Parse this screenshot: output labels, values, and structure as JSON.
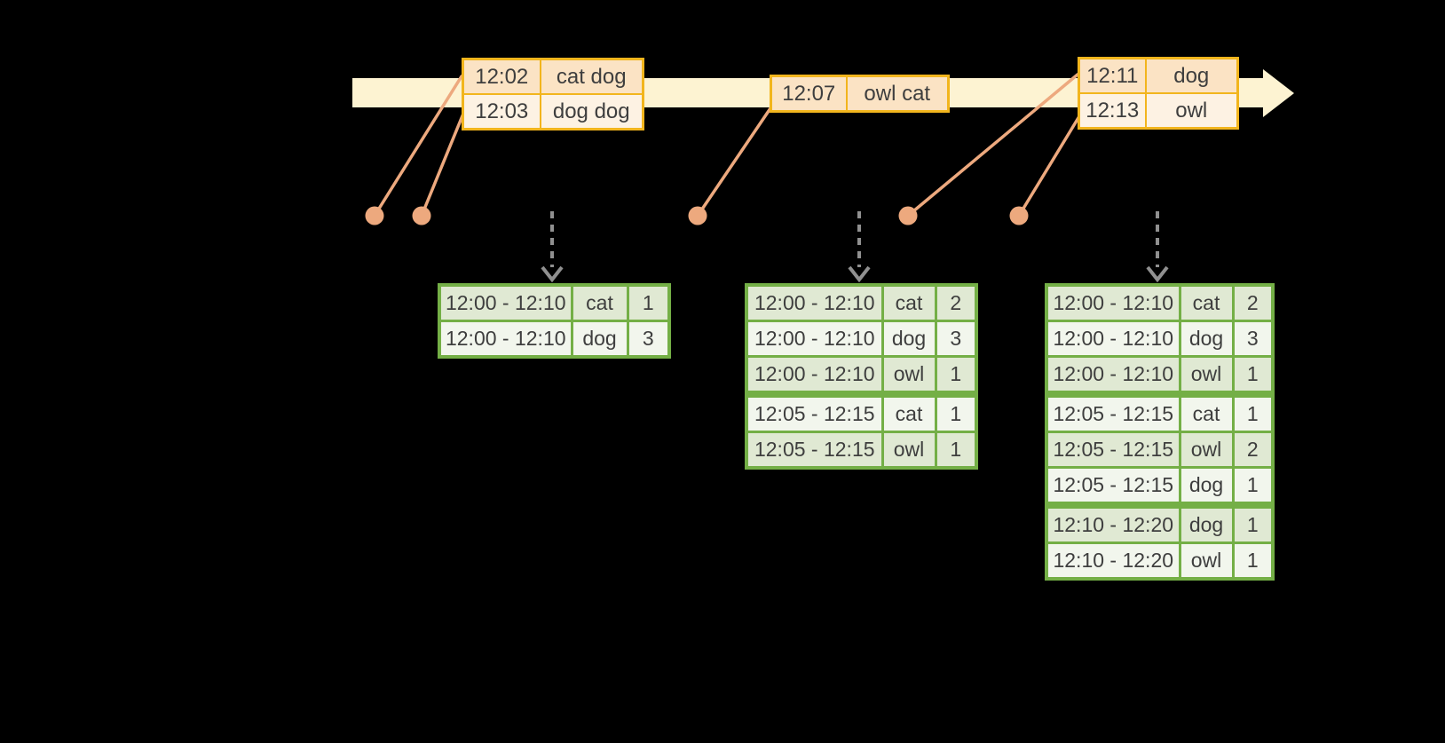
{
  "diagram": {
    "colors": {
      "background": "#000000",
      "text_color": "#3e3e3e",
      "timeline_fill": "#fdf3d2",
      "event_border": "#f2b51d",
      "event_fill_a": "#fbe3c4",
      "event_fill_b": "#fdf2e3",
      "connector": "#eda97e",
      "result_border": "#74af46",
      "result_fill_a": "#e0e9d3",
      "result_fill_b": "#f2f6ed",
      "arrow_gray": "#909090"
    },
    "event_tables": [
      {
        "rows": [
          {
            "time": "12:02",
            "words": "cat dog"
          },
          {
            "time": "12:03",
            "words": "dog dog"
          }
        ]
      },
      {
        "rows": [
          {
            "time": "12:07",
            "words": "owl cat"
          }
        ]
      },
      {
        "rows": [
          {
            "time": "12:11",
            "words": "dog"
          },
          {
            "time": "12:13",
            "words": "owl"
          }
        ]
      }
    ],
    "result_tables": [
      {
        "rows": [
          {
            "window": "12:00 - 12:10",
            "word": "cat",
            "count": "1"
          },
          {
            "window": "12:00 - 12:10",
            "word": "dog",
            "count": "3"
          }
        ]
      },
      {
        "rows": [
          {
            "window": "12:00 - 12:10",
            "word": "cat",
            "count": "2"
          },
          {
            "window": "12:00 - 12:10",
            "word": "dog",
            "count": "3"
          },
          {
            "window": "12:00 - 12:10",
            "word": "owl",
            "count": "1"
          },
          {
            "window": "12:05 - 12:15",
            "word": "cat",
            "count": "1"
          },
          {
            "window": "12:05 - 12:15",
            "word": "owl",
            "count": "1"
          }
        ]
      },
      {
        "rows": [
          {
            "window": "12:00 - 12:10",
            "word": "cat",
            "count": "2"
          },
          {
            "window": "12:00 - 12:10",
            "word": "dog",
            "count": "3"
          },
          {
            "window": "12:00 - 12:10",
            "word": "owl",
            "count": "1"
          },
          {
            "window": "12:05 - 12:15",
            "word": "cat",
            "count": "1"
          },
          {
            "window": "12:05 - 12:15",
            "word": "owl",
            "count": "2"
          },
          {
            "window": "12:05 - 12:15",
            "word": "dog",
            "count": "1"
          },
          {
            "window": "12:10 - 12:20",
            "word": "dog",
            "count": "1"
          },
          {
            "window": "12:10 - 12:20",
            "word": "owl",
            "count": "1"
          }
        ]
      }
    ]
  }
}
